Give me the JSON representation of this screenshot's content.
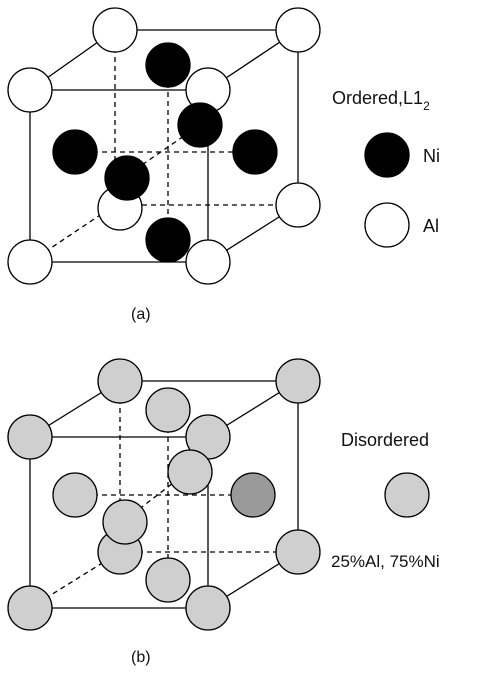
{
  "panel_a": {
    "caption": "(a)",
    "title_main": "Ordered,L1",
    "title_sub": "2",
    "legend": [
      {
        "label": "Ni",
        "fill": "#000000"
      },
      {
        "label": "Al",
        "fill": "#ffffff"
      }
    ]
  },
  "panel_b": {
    "caption": "(b)",
    "title": "Disordered",
    "composition": "25%Al, 75%Ni",
    "atom_fill": "#cfcfcf",
    "highlight_fill": "#9a9a9a"
  },
  "colors": {
    "outline": "#000000",
    "ni": "#000000",
    "al": "#ffffff",
    "mixed": "#cfcfcf",
    "mixed_dark": "#9a9a9a"
  }
}
